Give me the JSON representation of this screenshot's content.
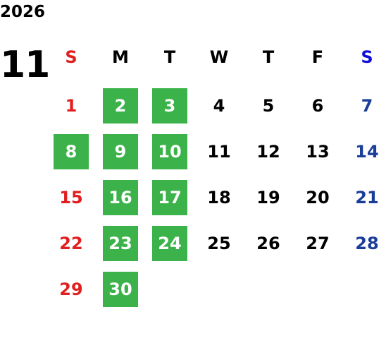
{
  "calendar": {
    "year": "2026",
    "month": "11",
    "weekdays": [
      "S",
      "M",
      "T",
      "W",
      "T",
      "F",
      "S"
    ],
    "weeks": [
      [
        "",
        "",
        "",
        "",
        "",
        "",
        ""
      ],
      [
        "1",
        "2",
        "3",
        "4",
        "5",
        "6",
        "7"
      ],
      [
        "8",
        "9",
        "10",
        "11",
        "12",
        "13",
        "14"
      ],
      [
        "15",
        "16",
        "17",
        "18",
        "19",
        "20",
        "21"
      ],
      [
        "22",
        "23",
        "24",
        "25",
        "26",
        "27",
        "28"
      ],
      [
        "29",
        "30",
        "",
        "",
        "",
        "",
        ""
      ]
    ],
    "highlighted_days": [
      "2",
      "3",
      "8",
      "9",
      "10",
      "16",
      "17",
      "23",
      "24",
      "30"
    ]
  },
  "colors": {
    "sunday": "#e02020",
    "saturday": "#1a3d99",
    "saturday_header": "#1010d8",
    "weekday": "#000000",
    "highlight_bg": "#3cb34a",
    "highlight_text": "#ffffff"
  }
}
